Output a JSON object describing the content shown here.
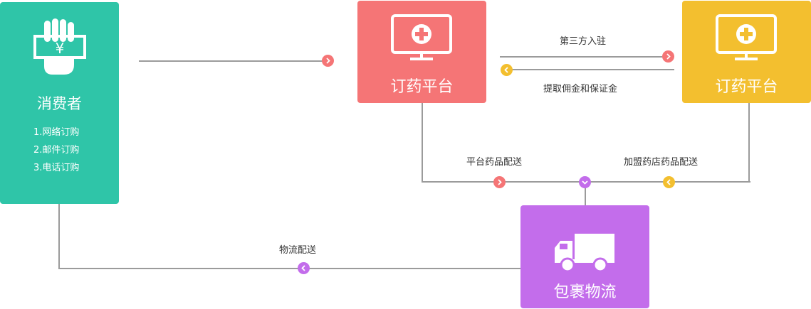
{
  "consumer": {
    "title": "消费者",
    "items": [
      "1.网络订购",
      "2.邮件订购",
      "3.电话订购"
    ],
    "icon": "hand-holding-yuan-icon",
    "color": "#2fc5a8"
  },
  "platform_self": {
    "title": "订药平台",
    "icon": "monitor-medical-cross-icon",
    "color": "#f57576"
  },
  "platform_partner": {
    "title": "订药平台",
    "icon": "monitor-medical-cross-icon",
    "color": "#f3bf2f"
  },
  "logistics": {
    "title": "包裹物流",
    "icon": "delivery-truck-icon",
    "color": "#c36deb"
  },
  "flows": {
    "third_party_entry": "第三方入驻",
    "commission": "提取佣金和保证金",
    "platform_delivery": "平台药品配送",
    "franchise_delivery": "加盟药店药品配送",
    "logistics_delivery": "物流配送"
  },
  "colors": {
    "line": "#9b9b9b",
    "background": "#ffffff"
  }
}
